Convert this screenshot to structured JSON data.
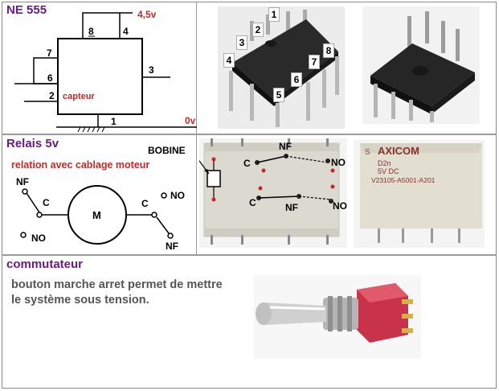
{
  "sections": {
    "ne555": {
      "title": "NE 555",
      "schematic": {
        "supply": "4,5v",
        "ground": "0v",
        "sensor": "capteur",
        "pins": [
          "8",
          "4",
          "7",
          "6",
          "2",
          "3",
          "1"
        ]
      },
      "photo_pin_labels": [
        "1",
        "2",
        "3",
        "4",
        "5",
        "6",
        "7",
        "8"
      ]
    },
    "relais": {
      "title": "Relais 5v",
      "subtitle": "relation avec cablage moteur",
      "schematic": {
        "nf_left": "NF",
        "c_left": "C",
        "no_left": "NO",
        "motor": "M",
        "c_right": "C",
        "no_right": "NO",
        "nf_right": "NF"
      },
      "photo_labels": {
        "bobine": "BOBINE",
        "c_top": "C",
        "nf_top": "NF",
        "no_top": "NO",
        "c_bottom": "C",
        "nf_bottom": "NF",
        "no_bottom": "NO"
      },
      "relay_marking": {
        "brand": "AXICOM",
        "line1": "D2n",
        "line2": "5V DC",
        "line3": "V23105-A5001-A201"
      }
    },
    "commutateur": {
      "title": "commutateur",
      "description": "bouton marche arret permet de mettre le système sous tension."
    }
  },
  "colors": {
    "title": "#6a1b86",
    "red_label": "#c62828",
    "switch_red": "#c8324a"
  }
}
